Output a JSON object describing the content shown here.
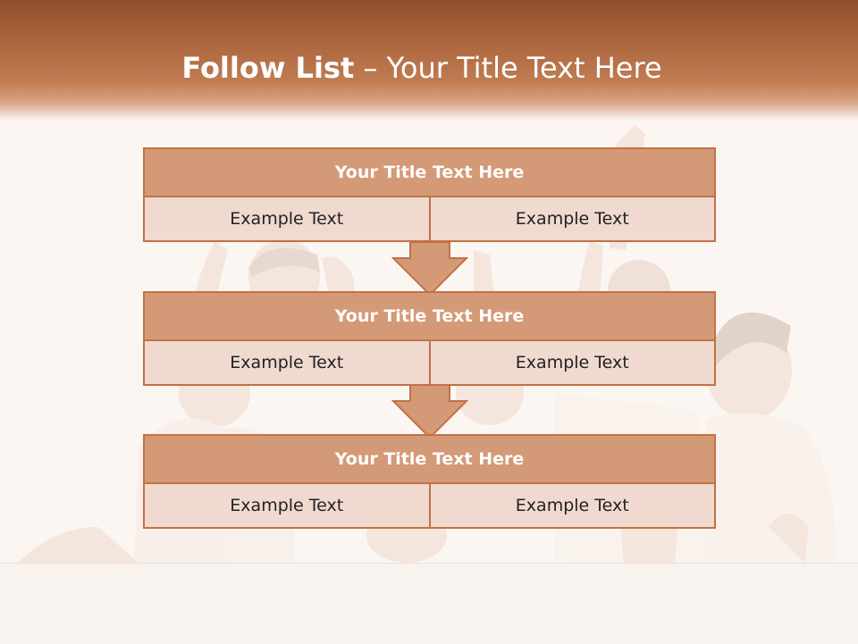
{
  "slide": {
    "title_bold": "Follow List",
    "title_rest": " – Your Title Text Here"
  },
  "blocks": [
    {
      "title": "Your Title Text Here",
      "cells": [
        "Example Text",
        "Example Text"
      ]
    },
    {
      "title": "Your Title Text Here",
      "cells": [
        "Example Text",
        "Example Text"
      ]
    },
    {
      "title": "Your Title Text Here",
      "cells": [
        "Example Text",
        "Example Text"
      ]
    }
  ],
  "colors": {
    "header": "#a9633b",
    "box_title": "#d49a77",
    "box_cell": "#f0d9cf",
    "border": "#c27146"
  }
}
